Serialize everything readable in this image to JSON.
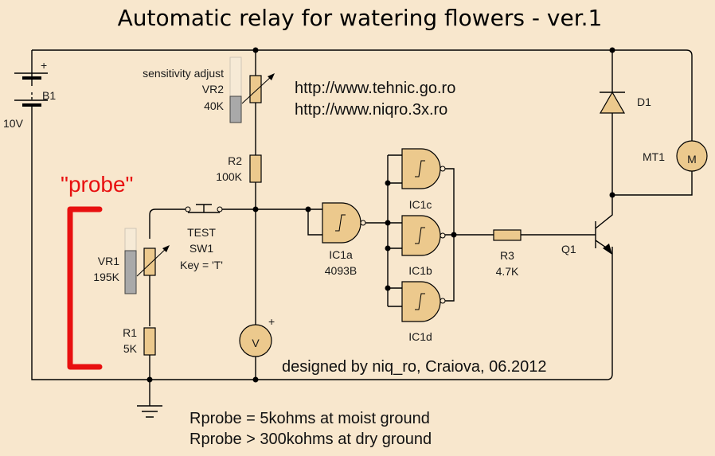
{
  "title": "Automatic relay for watering flowers - ver.1",
  "urls": [
    "http://www.tehnic.go.ro",
    "http://www.niqro.3x.ro"
  ],
  "credit": "designed by niq_ro, Craiova, 06.2012",
  "notes": [
    "Rprobe = 5kohms at moist ground",
    "Rprobe > 300kohms at dry ground"
  ],
  "probe_label": "\"probe\"",
  "colors": {
    "background": "#f8e7cd",
    "component": "#ecc98d",
    "probe": "#e81010",
    "wire": "#000000"
  },
  "components": {
    "battery": {
      "name": "B1",
      "value": "10V",
      "polarity": "+"
    },
    "vr2": {
      "caption": "sensitivity adjust",
      "name": "VR2",
      "value": "40K",
      "slider_fraction": 0.4
    },
    "r2": {
      "name": "R2",
      "value": "100K"
    },
    "vr1": {
      "name": "VR1",
      "value": "195K",
      "slider_fraction": 0.65
    },
    "r1": {
      "name": "R1",
      "value": "5K"
    },
    "sw1": {
      "label": "TEST",
      "name": "SW1",
      "key": "Key = 'T'"
    },
    "voltmeter": {
      "glyph": "V",
      "polarity": "+"
    },
    "ic1a": {
      "name": "IC1a",
      "part": "4093B"
    },
    "ic1b": {
      "name": "IC1b"
    },
    "ic1c": {
      "name": "IC1c"
    },
    "ic1d": {
      "name": "IC1d"
    },
    "r3": {
      "name": "R3",
      "value": "4.7K"
    },
    "q1": {
      "name": "Q1"
    },
    "d1": {
      "name": "D1"
    },
    "mt1": {
      "name": "MT1",
      "glyph": "M"
    }
  }
}
